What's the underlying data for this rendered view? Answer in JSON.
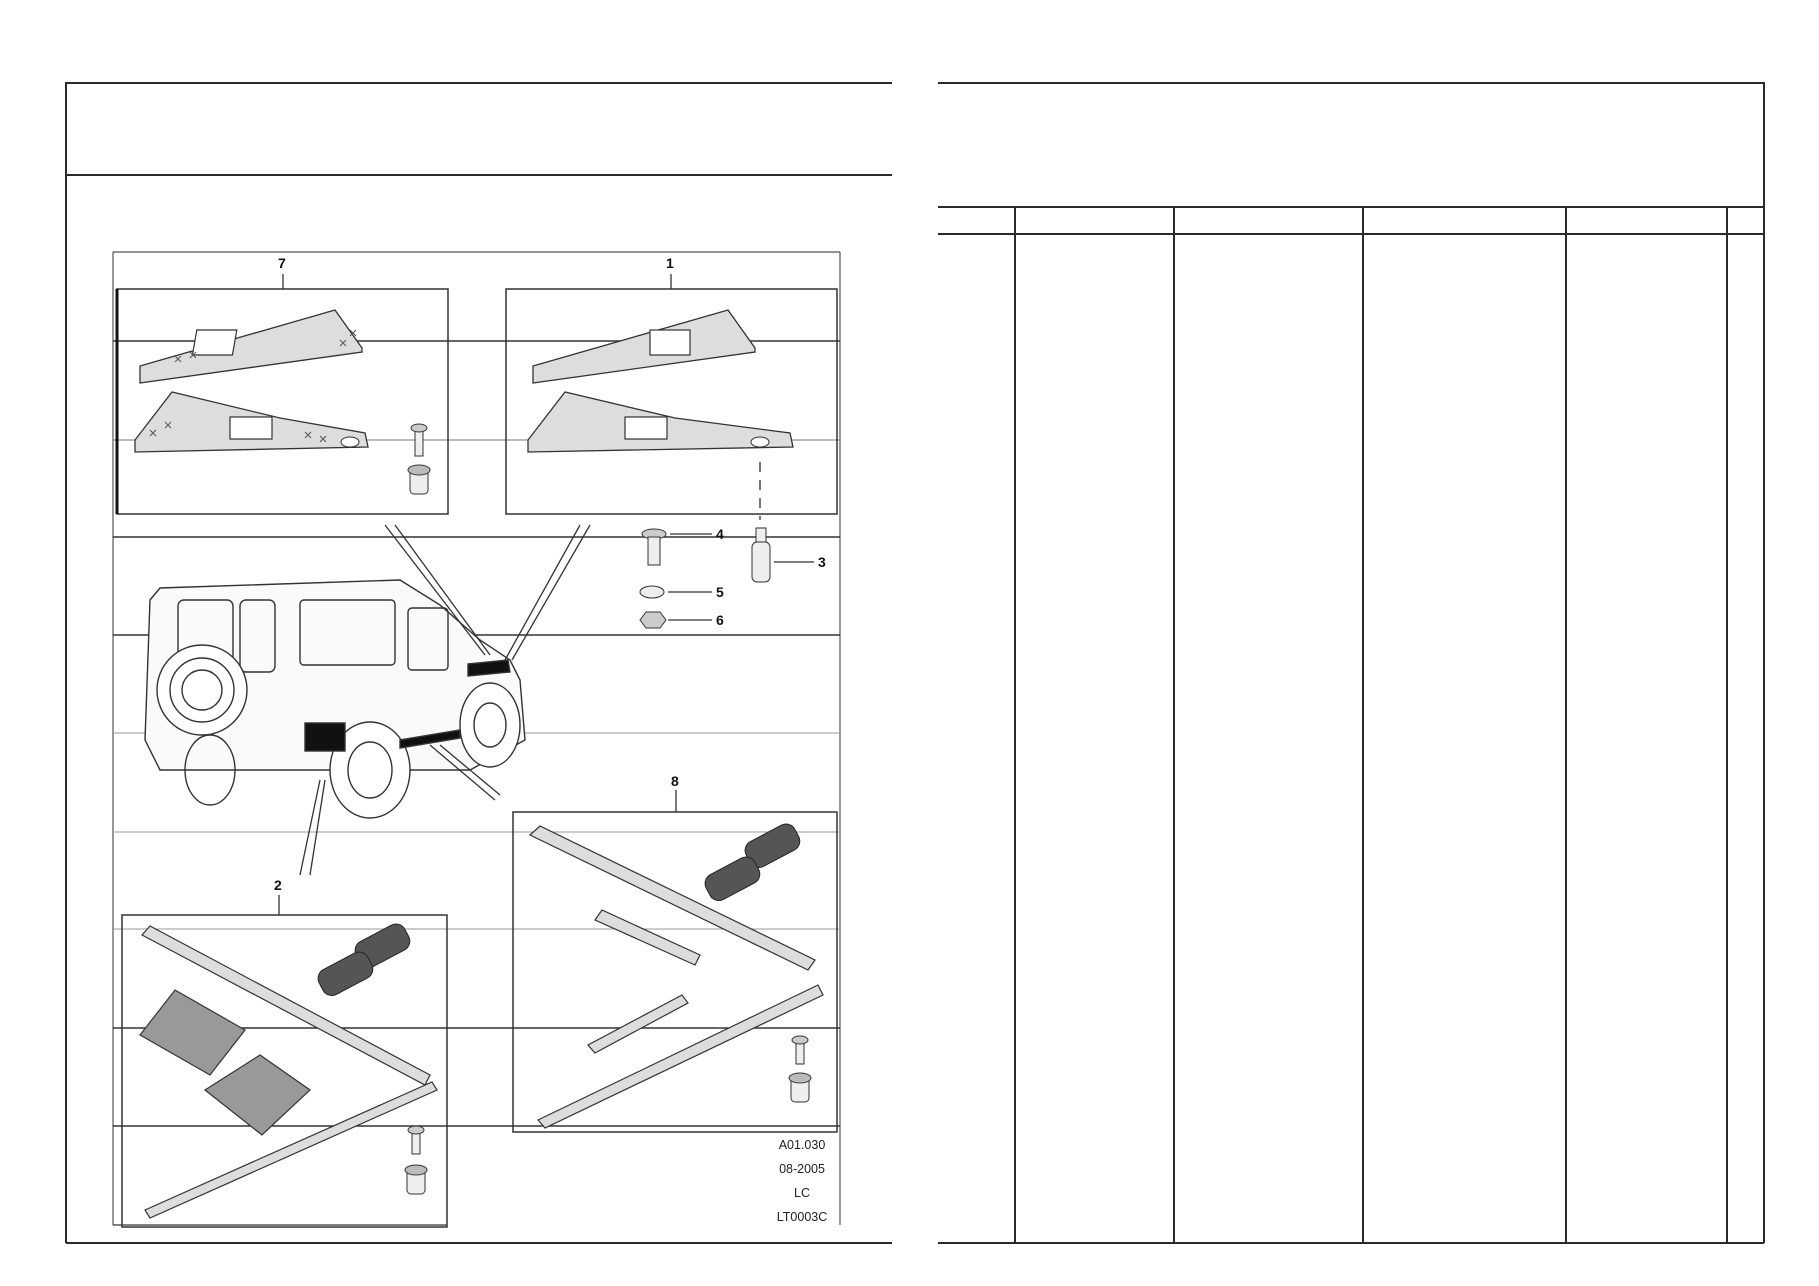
{
  "illustration": {
    "callouts": [
      "1",
      "2",
      "3",
      "4",
      "5",
      "6",
      "7",
      "8"
    ],
    "stamp": {
      "ref": "A01.030",
      "date": "08-2005",
      "code": "LC",
      "drawing": "LT0003C"
    }
  },
  "parts_table": {
    "columns": 6
  },
  "colors": {
    "line": "#2a2a2a",
    "background": "#ffffff"
  }
}
